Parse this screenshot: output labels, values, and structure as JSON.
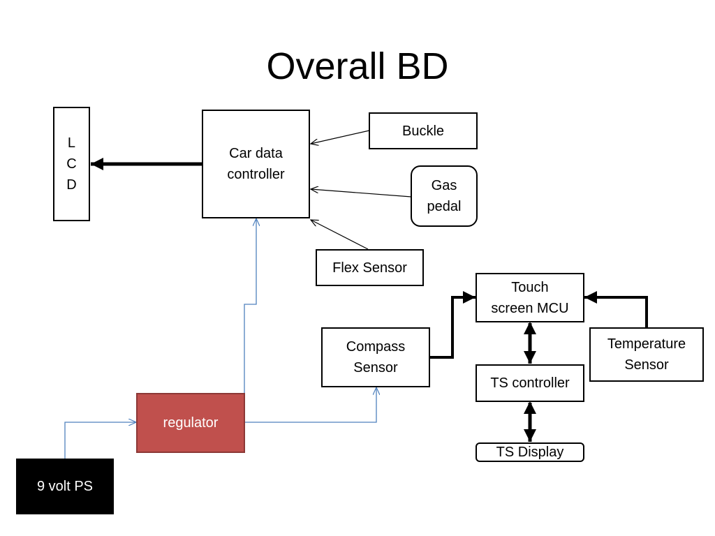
{
  "title": "Overall BD",
  "blocks": {
    "lcd": "L\nC\nD",
    "car_data_controller": "Car data\ncontroller",
    "buckle": "Buckle",
    "gas_pedal": "Gas\npedal",
    "flex_sensor": "Flex Sensor",
    "touch_screen_mcu": "Touch\nscreen MCU",
    "temperature_sensor": "Temperature\nSensor",
    "compass_sensor": "Compass\nSensor",
    "ts_controller": "TS controller",
    "ts_display": "TS Display",
    "regulator": "regulator",
    "power_supply": "9 volt PS"
  },
  "colors": {
    "regulator_fill": "#c0504d",
    "regulator_border": "#8c3836",
    "power_wire": "#4f81bd",
    "power_supply_fill": "#000000"
  }
}
